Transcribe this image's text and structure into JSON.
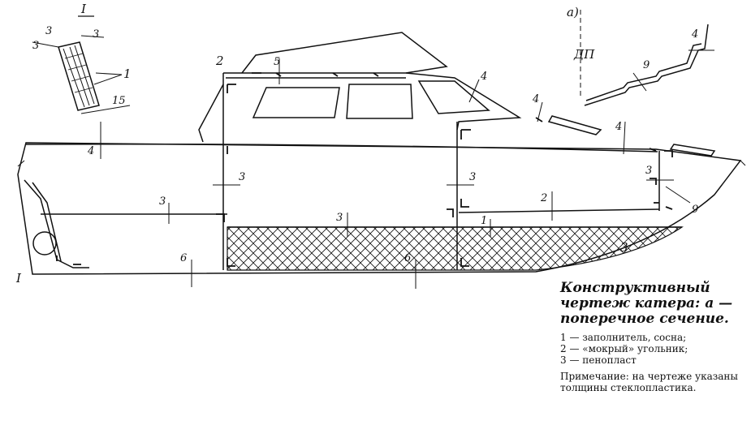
{
  "caption": {
    "title": "Конструктивный чертеж катера: а — поперечное сечение.",
    "legend": [
      "1 — заполнитель, сосна;",
      "2 — «мокрый» угольник;",
      "3 — пенопласт"
    ],
    "note": "Примечание: на чертеже указаны толщины стеклопластика."
  },
  "labels": {
    "detail_marker": "I",
    "detail_title": "I",
    "section_a": "а)",
    "centerline": "ДП",
    "callout_1": "1",
    "callout_2": "2",
    "callout_3": "3",
    "dims": {
      "d3a": "3",
      "d3b": "3",
      "d3c": "3",
      "d15": "15",
      "d4_bow_detail": "4",
      "d5_roof": "5",
      "d4_screen": "4",
      "d4_cabin": "4",
      "d4_deck": "4",
      "d3_transom": "3",
      "d3_mid": "3",
      "d3_fwd": "3",
      "d3_shelf": "3",
      "d3_foam": "3",
      "d2_floor": "2",
      "d1_floor": "1",
      "d6_bottom_aft": "6",
      "d6_bottom_mid": "6",
      "d9_stem": "9",
      "d4_section": "4",
      "d9_section": "9"
    }
  }
}
